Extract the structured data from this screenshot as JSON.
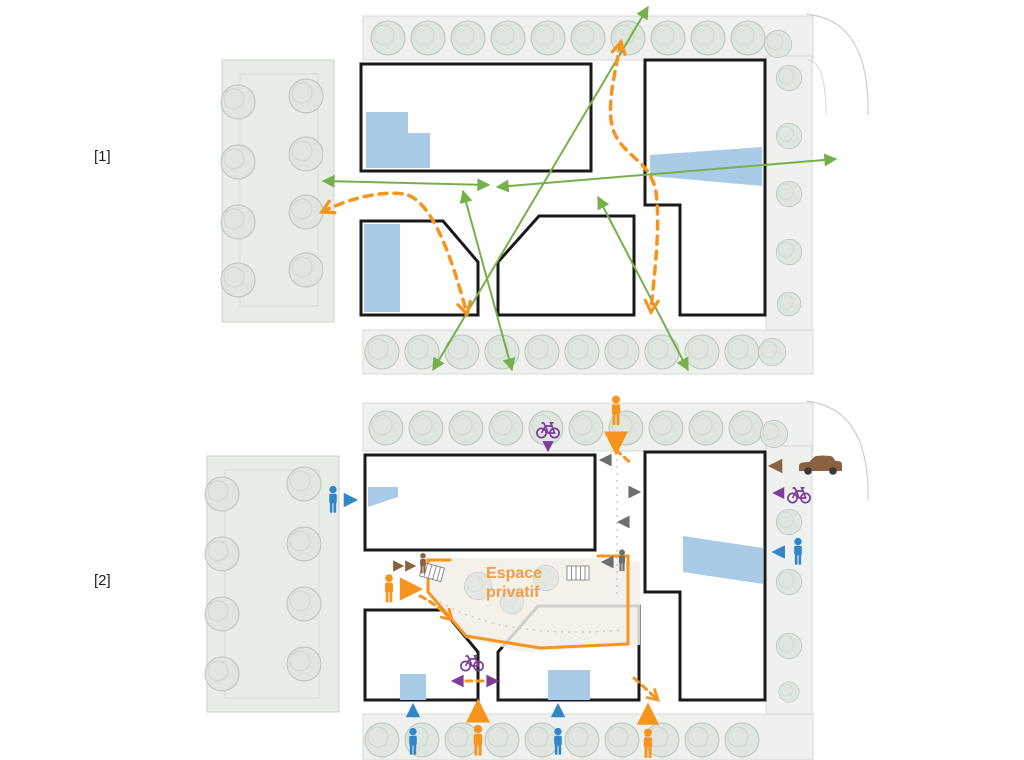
{
  "figures": {
    "fig1": {
      "label": "[1]"
    },
    "fig2": {
      "label": "[2]",
      "courtyard": {
        "line1": "Espace",
        "line2": "privatif"
      }
    }
  },
  "palette": {
    "green_view_arrows": "#76b04b",
    "orange_accent": "#f7941d",
    "orange_text": "#f09d45",
    "building_stroke": "#1a1a1a",
    "blue_glazing": "#aacbe8",
    "blue_person": "#2f86c8",
    "purple_bike": "#7d3c98",
    "brown_vehicle": "#8a6240",
    "gray_arrow": "#6e6e6e",
    "tree_fill": "#dfe5df",
    "tree_stroke": "#b9c4b9",
    "park_fill": "#e7ece7",
    "sidewalk_fill": "#eef1ee",
    "courtyard_fill": "#f2efe8"
  }
}
